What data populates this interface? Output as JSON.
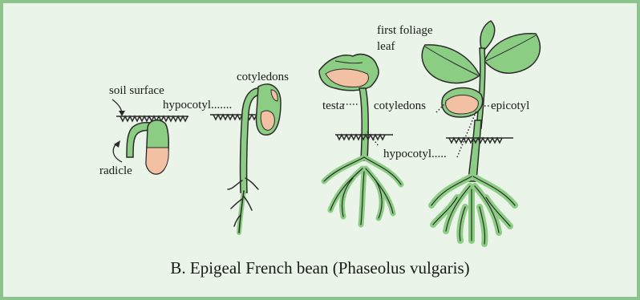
{
  "figure": {
    "caption": "B. Epigeal French bean (Phaseolus vulgaris)",
    "colors": {
      "background": "#eaf4e8",
      "border": "#8dc48e",
      "plant": "#8ccd84",
      "plant_dark": "#6fb06a",
      "cotyledon": "#f2c0a2",
      "outline": "#2b2b2b"
    }
  },
  "labels": {
    "soil_surface": "soil surface",
    "radicle": "radicle",
    "hypocotyl_stage2": "hypocotyl.......",
    "cotyledons_stage2": "cotyledons",
    "first_foliage_leaf_line1": "first foliage",
    "first_foliage_leaf_line2": "leaf",
    "testa": "testa",
    "cotyledons_stage3": "cotyledons",
    "epicotyl": "epicotyl",
    "hypocotyl_stage3": "hypocotyl....."
  }
}
